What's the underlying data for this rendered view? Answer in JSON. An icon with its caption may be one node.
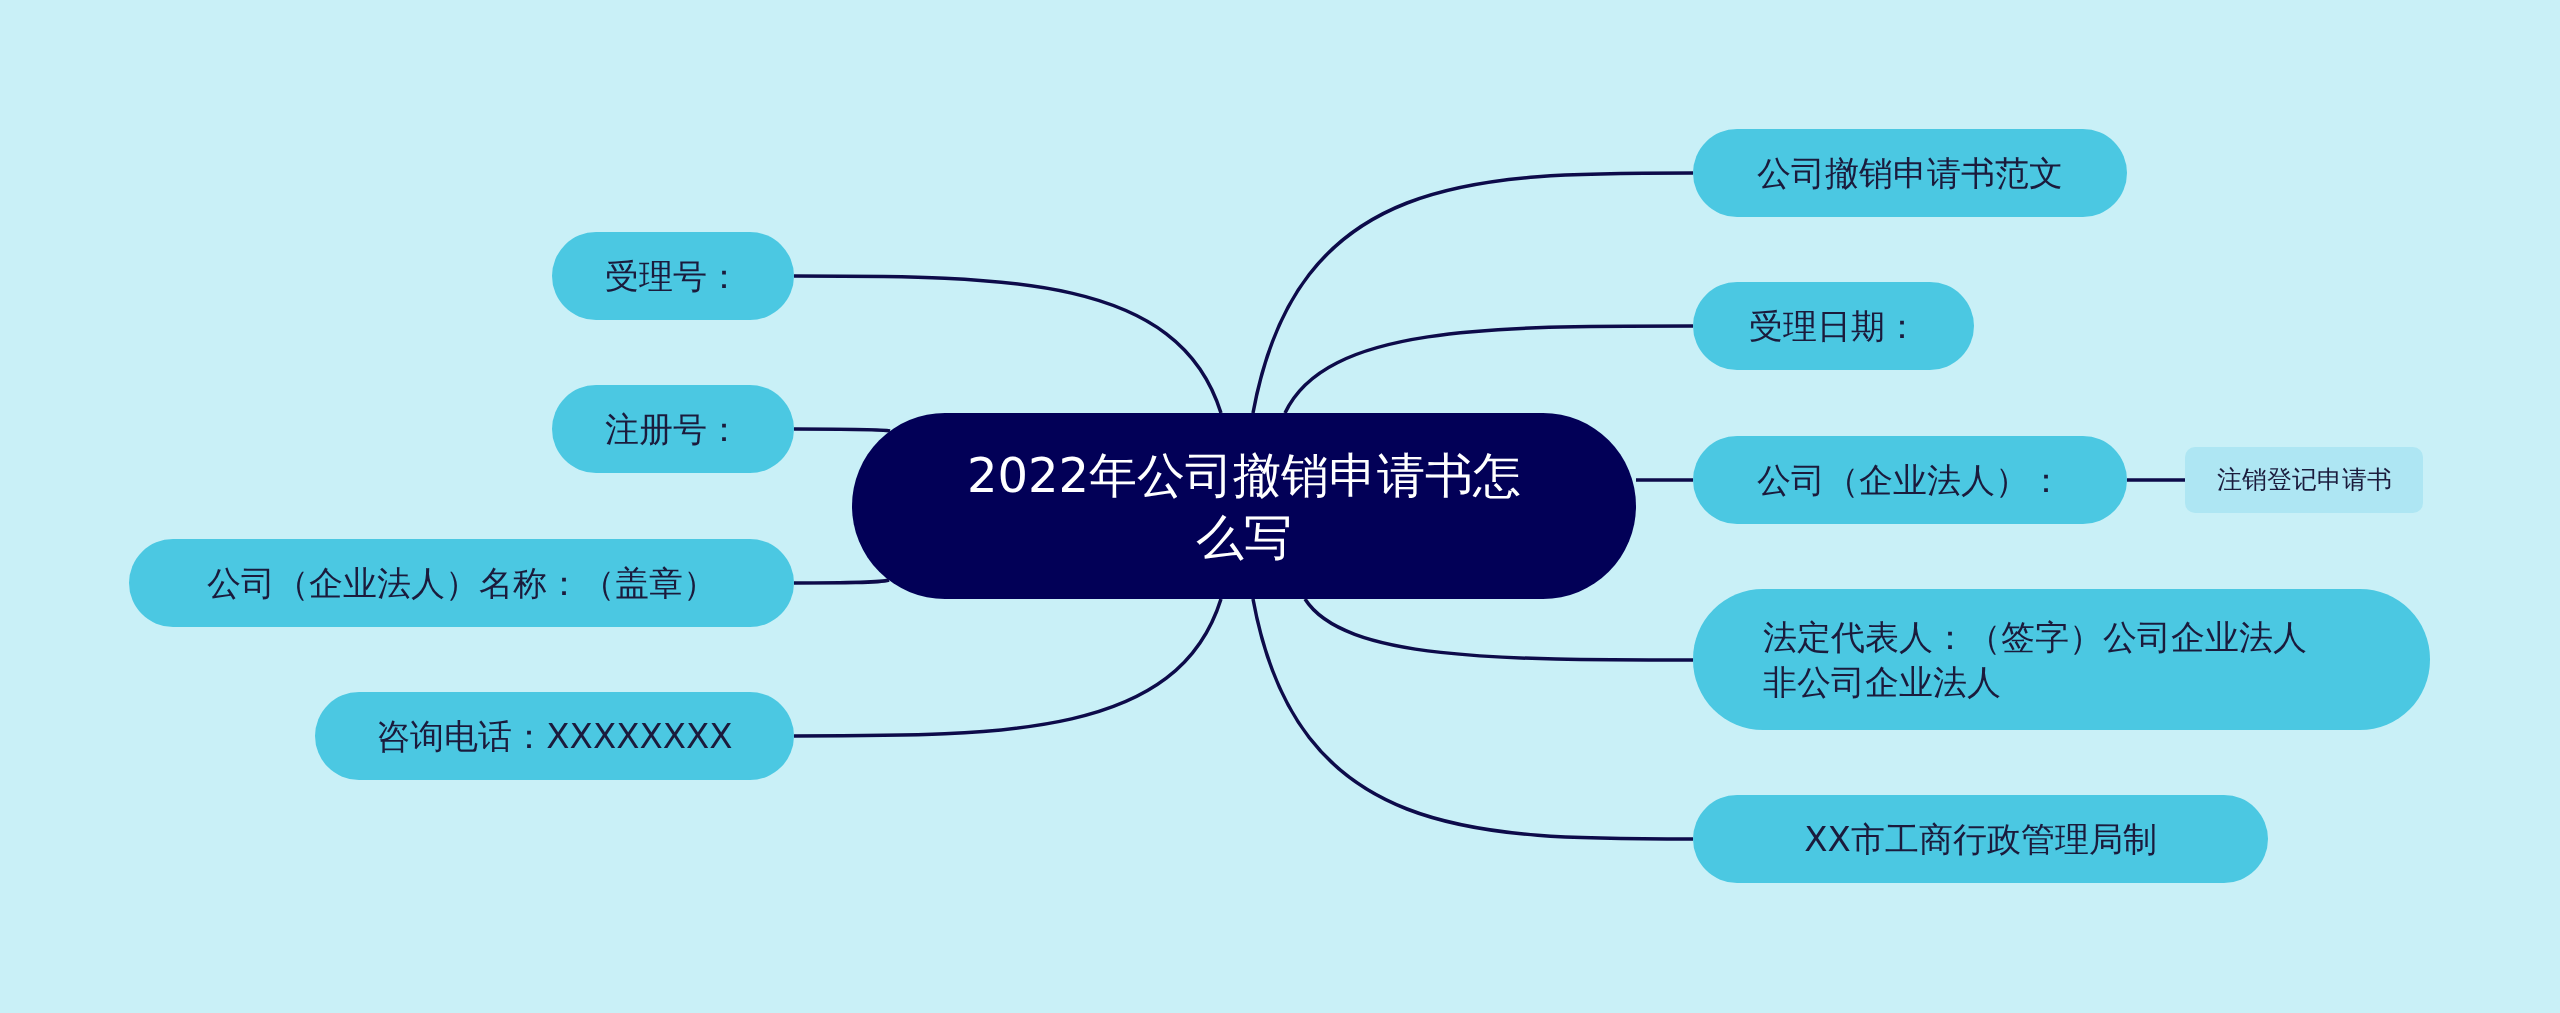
{
  "diagram": {
    "nodes": [
      {
        "text": [
          "2022年公司撤销申请书怎么写"
        ]
      },
      {
        "text": [
          "受理号："
        ]
      },
      {
        "text": [
          "注册号："
        ]
      },
      {
        "text": [
          "公司（企业法人）名称：（盖章）"
        ]
      },
      {
        "text": [
          "咨询电话：XXXXXXXX"
        ]
      },
      {
        "text": [
          "公司撤销申请书范文"
        ]
      },
      {
        "text": [
          "受理日期："
        ]
      },
      {
        "text": [
          "公司（企业法人）："
        ]
      },
      {
        "text": [
          "注销登记申请书"
        ]
      },
      {
        "text": [
          "法定代表人：（签字）公司企业法人非公司企业法人"
        ]
      },
      {
        "text": [
          "XX市工商行政管理局制"
        ]
      }
    ],
    "edges": [
      {
        "from": 0,
        "to": 1,
        "arrow": "none"
      },
      {
        "from": 0,
        "to": 2,
        "arrow": "none"
      },
      {
        "from": 0,
        "to": 3,
        "arrow": "none"
      },
      {
        "from": 0,
        "to": 4,
        "arrow": "none"
      },
      {
        "from": 0,
        "to": 5,
        "arrow": "none"
      },
      {
        "from": 0,
        "to": 6,
        "arrow": "none"
      },
      {
        "from": 0,
        "to": 7,
        "arrow": "none"
      },
      {
        "from": 0,
        "to": 9,
        "arrow": "none"
      },
      {
        "from": 0,
        "to": 10,
        "arrow": "none"
      },
      {
        "from": 7,
        "to": 8,
        "arrow": "none"
      }
    ]
  }
}
